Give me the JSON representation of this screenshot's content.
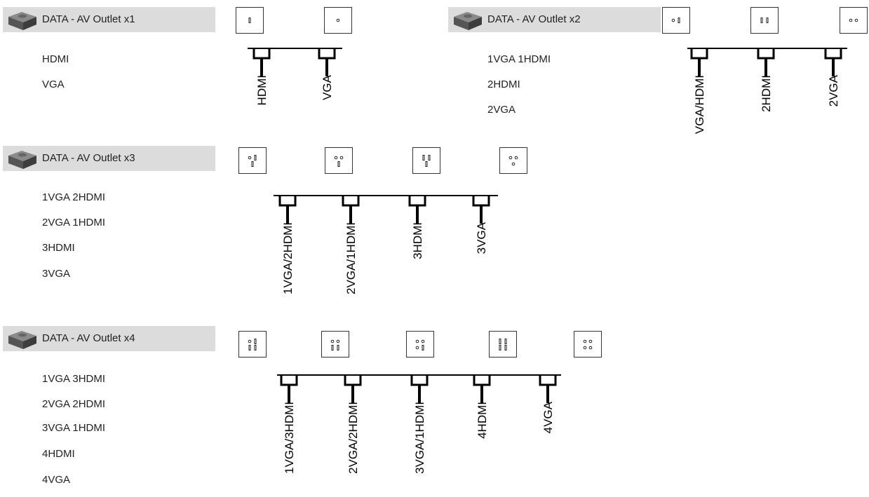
{
  "families": [
    {
      "title": "DATA - AV Outlet x1",
      "types": [
        "HDMI",
        "VGA"
      ],
      "tags": [
        "HDMI",
        "VGA"
      ],
      "previews": [
        [
          [
            "bar",
            0,
            0
          ]
        ],
        [
          [
            "dot",
            0,
            0
          ]
        ]
      ]
    },
    {
      "title": "DATA - AV Outlet x2",
      "types": [
        "1VGA 1HDMI",
        "2HDMI",
        "2VGA"
      ],
      "tags": [
        "VGA/HDMI",
        "2HDMI",
        "2VGA"
      ],
      "previews": [
        [
          [
            "dot",
            -4,
            0
          ],
          [
            "bar",
            4,
            0
          ]
        ],
        [
          [
            "bar",
            -4,
            0
          ],
          [
            "bar",
            4,
            0
          ]
        ],
        [
          [
            "dot",
            -4,
            0
          ],
          [
            "dot",
            4,
            0
          ]
        ]
      ]
    },
    {
      "title": "DATA - AV Outlet x3",
      "types": [
        "1VGA 2HDMI",
        "2VGA 1HDMI",
        "3HDMI",
        "3VGA"
      ],
      "tags": [
        "1VGA/2HDMI",
        "2VGA/1HDMI",
        "3HDMI",
        "3VGA"
      ],
      "previews": [
        [
          [
            "dot",
            -4,
            -4
          ],
          [
            "bar",
            4,
            -4
          ],
          [
            "bar",
            0,
            5
          ]
        ],
        [
          [
            "dot",
            -4,
            -4
          ],
          [
            "dot",
            4,
            -4
          ],
          [
            "bar",
            0,
            5
          ]
        ],
        [
          [
            "bar",
            -4,
            -4
          ],
          [
            "bar",
            4,
            -4
          ],
          [
            "bar",
            0,
            5
          ]
        ],
        [
          [
            "dot",
            -4,
            -4
          ],
          [
            "dot",
            4,
            -4
          ],
          [
            "dot",
            0,
            5
          ]
        ]
      ]
    },
    {
      "title": "DATA - AV Outlet x4",
      "types": [
        "1VGA 3HDMI",
        "2VGA 2HDMI",
        "3VGA 1HDMI",
        "4HDMI",
        "4VGA"
      ],
      "tags": [
        "1VGA/3HDMI",
        "2VGA/2HDMI",
        "3VGA/1HDMI",
        "4HDMI",
        "4VGA"
      ],
      "previews": [
        [
          [
            "dot",
            -4,
            -4
          ],
          [
            "bar",
            4,
            -4
          ],
          [
            "bar",
            -4,
            5
          ],
          [
            "bar",
            4,
            5
          ]
        ],
        [
          [
            "dot",
            -4,
            -4
          ],
          [
            "dot",
            4,
            -4
          ],
          [
            "bar",
            -4,
            5
          ],
          [
            "bar",
            4,
            5
          ]
        ],
        [
          [
            "dot",
            -4,
            -4
          ],
          [
            "dot",
            4,
            -4
          ],
          [
            "dot",
            -4,
            5
          ],
          [
            "bar",
            4,
            5
          ]
        ],
        [
          [
            "bar",
            -4,
            -4
          ],
          [
            "bar",
            4,
            -4
          ],
          [
            "bar",
            -4,
            5
          ],
          [
            "bar",
            4,
            5
          ]
        ],
        [
          [
            "dot",
            -4,
            -4
          ],
          [
            "dot",
            4,
            -4
          ],
          [
            "dot",
            -4,
            5
          ],
          [
            "dot",
            4,
            5
          ]
        ]
      ]
    }
  ]
}
